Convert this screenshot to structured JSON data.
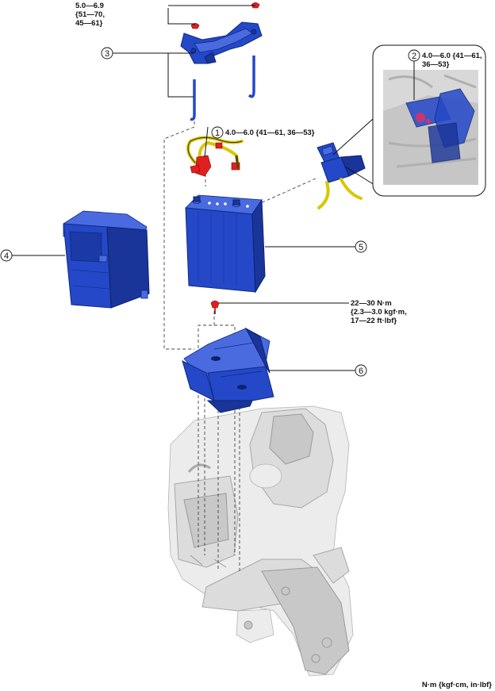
{
  "torque_labels": {
    "bolt_top": [
      "5.0—6.9",
      "{51—70,",
      "45—61}"
    ],
    "terminal_1": [
      "4.0—6.0 {41—61, 36—53}"
    ],
    "terminal_2": [
      "4.0—6.0 {41—61,",
      "36—53}"
    ],
    "bolt_tray": [
      "22—30 N·m",
      "{2.3—3.0 kgf·m,",
      "17—22 ft·lbf}"
    ]
  },
  "callouts": {
    "c1": "1",
    "c2": "2",
    "c3": "3",
    "c4": "4",
    "c5": "5",
    "c6": "6"
  },
  "units_note": "N·m {kgf·cm, in·lbf}",
  "colors": {
    "part_blue": "#2448c8",
    "body_grey": "#dcdcdc",
    "fastener_red": "#e02020",
    "cable_yellow": "#d8c800"
  }
}
